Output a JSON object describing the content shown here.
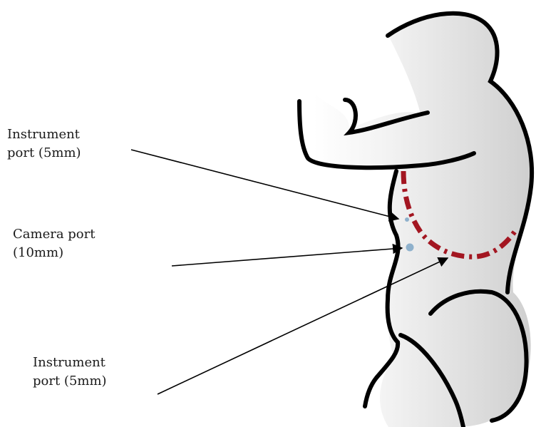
{
  "labels": {
    "instrument_top": {
      "line1": "Instrument",
      "line2": "port (5mm)"
    },
    "camera": {
      "line1": "Camera port",
      "line2": "(10mm)"
    },
    "instrument_bottom": {
      "line1": "Instrument",
      "line2": "port (5mm)"
    }
  },
  "colors": {
    "outline": "#000000",
    "incision": "#a31621",
    "port_marker": "#8fb1cc",
    "body_fill": "#e8e8e8"
  },
  "icons": [
    "arrow-head"
  ]
}
